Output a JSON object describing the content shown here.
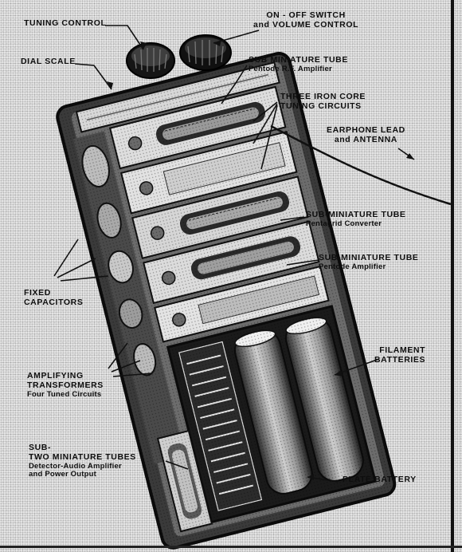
{
  "figure": {
    "labels": {
      "tuning_control": "TUNING CONTROL",
      "on_off_switch": "ON - OFF SWITCH",
      "volume_control": "and VOLUME CONTROL",
      "dial_scale": "DIAL SCALE",
      "rf_tube_title": "SUB MINIATURE TUBE",
      "rf_tube_sub": "Pentode R.F. Amplifier",
      "iron_core_line1": "THREE IRON CORE",
      "iron_core_line2": "TUNING CIRCUITS",
      "earphone_line1": "EARPHONE LEAD",
      "earphone_line2": "and ANTENNA",
      "converter_tube_title": "SUB-MINIATURE TUBE",
      "converter_tube_sub": "Pentagrid Converter",
      "amp_tube_title": "SUB-MINIATURE TUBE",
      "amp_tube_sub": "Pentode Amplifier",
      "fixed_line1": "FIXED",
      "fixed_line2": "CAPACITORS",
      "filament_line1": "FILAMENT",
      "filament_line2": "BATTERIES",
      "amplifying_line1": "AMPLIFYING",
      "amplifying_line2": "TRANSFORMERS",
      "amplifying_sub": "Four Tuned Circuits",
      "two_tubes_line1": "SUB-",
      "two_tubes_line2": "TWO MINIATURE TUBES",
      "two_tubes_sub1": "Detector-Audio Amplifier",
      "two_tubes_sub2": "and Power Output",
      "plate_battery": "PLATE BATTERY"
    }
  }
}
